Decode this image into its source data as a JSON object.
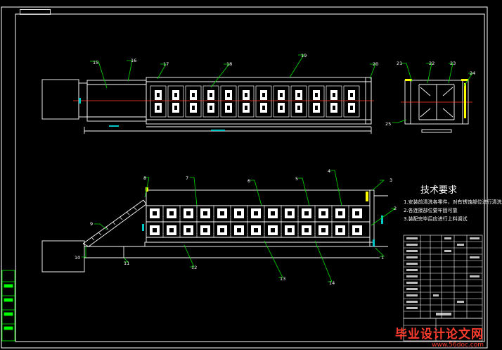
{
  "drawing": {
    "part_labels": [
      "1",
      "2",
      "3",
      "4",
      "5",
      "6",
      "7",
      "8",
      "9",
      "10",
      "11",
      "12",
      "13",
      "14",
      "15",
      "16",
      "17",
      "18",
      "19",
      "20",
      "21",
      "22",
      "23",
      "24",
      "25"
    ]
  },
  "tech_requirements": {
    "title": "技术要求",
    "items": [
      "1.安装前清洗各零件，对有锈蚀部位进行清洗",
      "2.各连接部位要牢固可靠",
      "3.装配完毕后应进行上料调试"
    ]
  },
  "watermark": {
    "text": "毕业设计论文网",
    "url": "www.56doc.com"
  },
  "colors": {
    "background": "#000000",
    "lines": "#ffffff",
    "leader_green": "#00e000",
    "yellow": "#ffff00",
    "cyan": "#00c8c8",
    "center_red": "#ff4020",
    "magenta": "#ff00ff",
    "watermark": "#ff3d2e"
  }
}
